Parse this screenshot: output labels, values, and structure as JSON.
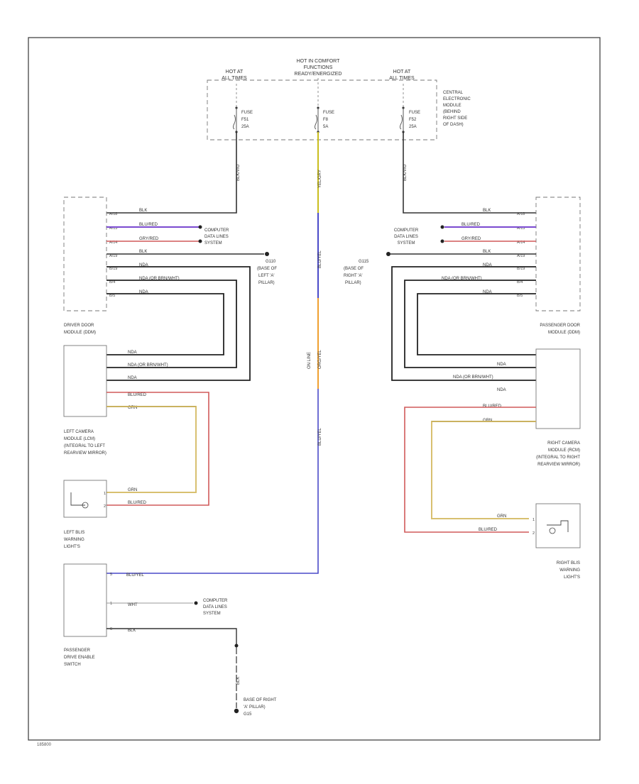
{
  "header": {
    "hot_left": [
      "HOT AT",
      "ALL TIMES"
    ],
    "hot_center": [
      "HOT IN COMFORT",
      "FUNCTIONS",
      "READY/ENERGIZED"
    ],
    "hot_right": [
      "HOT AT",
      "ALL TIMES"
    ]
  },
  "fuses": {
    "left": [
      "FUSE",
      "F51",
      "25A"
    ],
    "center": [
      "FUSE",
      "F8",
      "5A"
    ],
    "right": [
      "FUSE",
      "F52",
      "25A"
    ]
  },
  "cem_label": [
    "CENTRAL",
    "ELECTRONIC",
    "MODULE",
    "(BEHIND",
    "RIGHT SIDE",
    "OF DASH)"
  ],
  "feed_wires": {
    "left": "BLK/VIO",
    "center": "YEL/GRY",
    "right": "BLK/VIO"
  },
  "driver_door": {
    "label": [
      "DRIVER DOOR",
      "MODULE (DDM)"
    ],
    "pins": [
      "A/18",
      "A/13",
      "A/14",
      "A/19",
      "B/19",
      "B/4",
      "B/5"
    ],
    "wires": [
      "BLK",
      "BLU/RED",
      "GRY/RED",
      "BLK",
      "NDA",
      "NDA (OR BRN/WHT)",
      "NDA"
    ]
  },
  "passenger_door": {
    "label": [
      "PASSENGER DOOR",
      "MODULE (DDM)"
    ],
    "pins": [
      "A/18",
      "A/13",
      "A/14",
      "A/19",
      "B/19",
      "B/4",
      "B/5"
    ],
    "wires": [
      "BLK",
      "BLU/RED",
      "GRY/RED",
      "BLK",
      "NDA",
      "NDA (OR BRN/WHT)",
      "NDA"
    ]
  },
  "computer_data_left": [
    "COMPUTER",
    "DATA LINES",
    "SYSTEM"
  ],
  "computer_data_right": [
    "COMPUTER",
    "DATA LINES",
    "SYSTEM"
  ],
  "ground_left": [
    "G110",
    "(BASE OF",
    "LEFT 'A'",
    "PILLAR)"
  ],
  "ground_right": [
    "G115",
    "(BASE OF",
    "RIGHT 'A'",
    "PILLAR)"
  ],
  "center_wires": {
    "upper": "BLU/YEL",
    "middle": "ORG/YEL",
    "splice": "ON LINE",
    "lower": "BLU/YEL"
  },
  "left_camera": {
    "label": [
      "LEFT CAMERA",
      "MODULE (LCM)",
      "(INTEGRAL TO LEFT",
      "REARVIEW MIRROR)"
    ],
    "wires": [
      "NDA",
      "NDA (OR BRN/WHT)",
      "NDA",
      "BLU/RED",
      "GRN"
    ]
  },
  "right_camera": {
    "label": [
      "RIGHT CAMERA",
      "MODULE (RCM)",
      "(INTEGRAL TO RIGHT",
      "REARVIEW MIRROR)"
    ],
    "wires": [
      "NDA",
      "NDA (OR BRN/WHT)",
      "NDA",
      "BLU/RED",
      "GRN"
    ]
  },
  "left_blis": {
    "label": [
      "LEFT BLIS",
      "WARNING",
      "LIGHT'S"
    ],
    "pins": [
      "1",
      "2"
    ],
    "wires": [
      "GRN",
      "BLU/RED"
    ]
  },
  "right_blis": {
    "label": [
      "RIGHT BLIS",
      "WARNING",
      "LIGHT'S"
    ],
    "pins": [
      "1",
      "2"
    ],
    "wires": [
      "GRN",
      "BLU/RED"
    ]
  },
  "passenger_switch": {
    "label": [
      "PASSENGER",
      "DRIVE ENABLE",
      "SWITCH"
    ],
    "pins": [
      "5",
      "1",
      "6"
    ],
    "wires": [
      "BLU/YEL",
      "WHT",
      "BLK"
    ]
  },
  "computer_data_bottom": [
    "COMPUTER",
    "DATA LINES",
    "SYSTEM"
  ],
  "bottom_wire": "BLK",
  "ground_bottom": [
    "BASE OF RIGHT",
    "'A' PILLAR)",
    "G15"
  ],
  "figure_id": "185800"
}
